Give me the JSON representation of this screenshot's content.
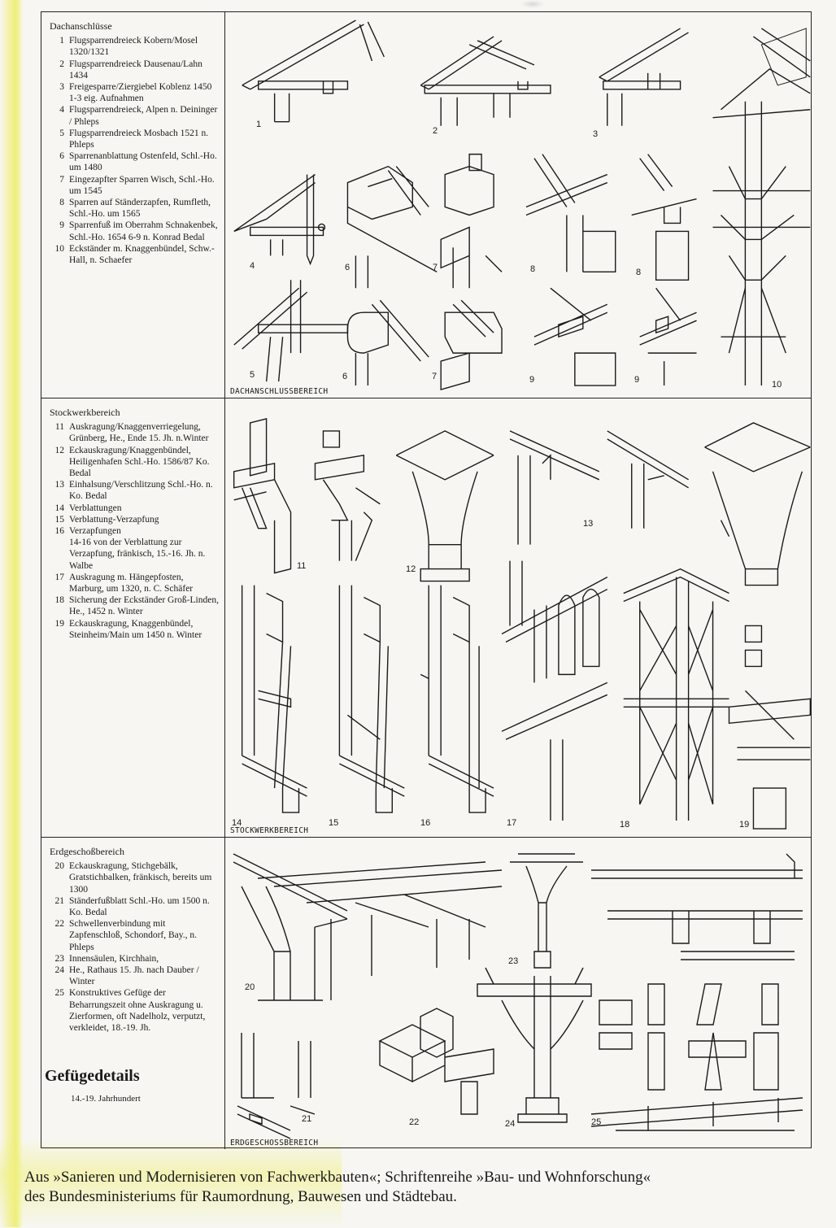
{
  "sections": [
    {
      "heading": "Dachanschlüsse",
      "label": "DACHANSCHLUSSBEREICH",
      "items": [
        {
          "n": "1",
          "t": "Flugsparrendreieck Kobern/Mosel 1320/1321"
        },
        {
          "n": "2",
          "t": "Flugsparrendreieck Dausenau/Lahn 1434"
        },
        {
          "n": "3",
          "t": "Freigesparre/Ziergiebel Koblenz 1450"
        },
        {
          "n": "",
          "t": "1-3 eig. Aufnahmen"
        },
        {
          "n": "4",
          "t": "Flugsparrendreieck, Alpen n. Deininger / Phleps"
        },
        {
          "n": "5",
          "t": "Flugsparrendreieck Mosbach 1521 n. Phleps"
        },
        {
          "n": "6",
          "t": "Sparrenanblattung Ostenfeld, Schl.-Ho. um 1480"
        },
        {
          "n": "7",
          "t": "Eingezapfter Sparren Wisch, Schl.-Ho. um 1545"
        },
        {
          "n": "8",
          "t": "Sparren auf Ständerzapfen, Rumfleth, Schl.-Ho. um 1565"
        },
        {
          "n": "9",
          "t": "Sparrenfuß im Oberrahm Schnakenbek, Schl.-Ho. 1654 6-9 n. Konrad Bedal"
        },
        {
          "n": "10",
          "t": "Eckständer m. Knaggenbündel, Schw.-Hall, n. Schaefer"
        }
      ]
    },
    {
      "heading": "Stockwerkbereich",
      "label": "STOCKWERKBEREICH",
      "items": [
        {
          "n": "11",
          "t": "Auskragung/Knaggenverriegelung, Grünberg, He., Ende 15. Jh. n.Winter"
        },
        {
          "n": "12",
          "t": "Eckauskragung/Knaggenbündel, Heiligenhafen Schl.-Ho. 1586/87 Ko. Bedal"
        },
        {
          "n": "13",
          "t": "Einhalsung/Verschlitzung Schl.-Ho. n. Ko. Bedal"
        },
        {
          "n": "14",
          "t": "Verblattungen"
        },
        {
          "n": "15",
          "t": "Verblattung-Verzapfung"
        },
        {
          "n": "16",
          "t": "Verzapfungen"
        },
        {
          "n": "",
          "t": "14-16 von der Verblattung zur Verzapfung, fränkisch, 15.-16. Jh. n. Walbe"
        },
        {
          "n": "17",
          "t": "Auskragung m. Hängepfosten, Marburg, um 1320, n. C. Schäfer"
        },
        {
          "n": "18",
          "t": "Sicherung der Eckständer Groß-Linden, He., 1452 n. Winter"
        },
        {
          "n": "19",
          "t": "Eckauskragung, Knaggenbündel, Steinheim/Main um 1450 n. Winter"
        }
      ]
    },
    {
      "heading": "Erdgeschoßbereich",
      "label": "ERDGESCHOSSBEREICH",
      "items": [
        {
          "n": "20",
          "t": "Eckauskragung, Stichgebälk, Gratstichbalken, fränkisch, bereits um 1300"
        },
        {
          "n": "21",
          "t": "Ständerfußblatt Schl.-Ho. um 1500 n. Ko. Bedal"
        },
        {
          "n": "22",
          "t": "Schwellenverbindung mit Zapfenschloß, Schondorf, Bay., n. Phleps"
        },
        {
          "n": "23",
          "t": "Innensäulen, Kirchhain,"
        },
        {
          "n": "24",
          "t": "He., Rathaus 15. Jh. nach Dauber / Winter"
        },
        {
          "n": "25",
          "t": "Konstruktives Gefüge der Beharrungszeit ohne Auskragung u. Zierformen, oft Nadelholz, verputzt, verkleidet, 18.-19. Jh."
        }
      ]
    }
  ],
  "title": "Gefügedetails",
  "subtitle": "14.-19. Jahrhundert",
  "figure_numbers": {
    "s1": [
      "1",
      "2",
      "3",
      "4",
      "6",
      "7",
      "8",
      "8",
      "5",
      "6",
      "7",
      "9",
      "9",
      "10"
    ],
    "s2": [
      "11",
      "12",
      "13",
      "14",
      "15",
      "16",
      "17",
      "18",
      "19"
    ],
    "s3": [
      "20",
      "21",
      "22",
      "23",
      "24",
      "25"
    ]
  },
  "footer": {
    "line1": "Aus »Sanieren und Modernisieren von Fachwerkbauten«; Schriftenreihe »Bau- und Wohnforschung«",
    "line2": "des Bundesministeriums für Raumordnung, Bauwesen und Städtebau."
  }
}
